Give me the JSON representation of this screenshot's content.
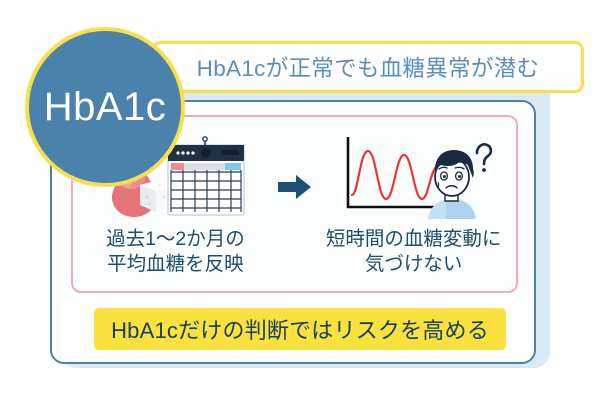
{
  "badge": {
    "label": "HbA1c"
  },
  "title": {
    "text": "HbA1cが正常でも血糖異常が潜む"
  },
  "panels": [
    {
      "id": "average-glucose",
      "icon": "blood-drop-sugar-cube-calendar-icon",
      "label": "過去1〜2か月の\n平均血糖を反映"
    },
    {
      "id": "glucose-variability",
      "icon": "glucose-wave-chart-confused-person-icon",
      "label": "短時間の血糖変動に\n気づけない"
    }
  ],
  "arrow": {
    "icon": "arrow-right-icon"
  },
  "banner": {
    "text": "HbA1cだけの判断ではリスクを高める"
  },
  "colors": {
    "badge_fill": "#4a82ab",
    "badge_border": "#f7e04b",
    "title_text": "#5b8fb9",
    "title_border": "#f7e04b",
    "outer_frame": "#4a82ab",
    "inner_frame": "#f7a7bf",
    "panel_text": "#1f4e6b",
    "banner_bg": "#f9e13f",
    "banner_text": "#1a3d5c",
    "arrow": "#1f4e79",
    "wave_line": "#e8392f",
    "blood_drop": "#e4737a",
    "shadow": "#dbe9f4"
  }
}
